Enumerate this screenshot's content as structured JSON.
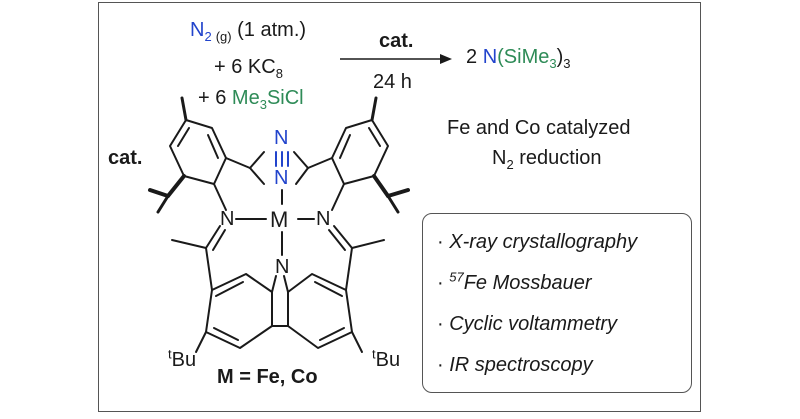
{
  "reaction": {
    "n2_label": "N",
    "n2_sub": "2",
    "n2_state": "(g)",
    "n2_pressure": "(1 atm.)",
    "kc8_line": "+ 6 KC",
    "kc8_sub": "8",
    "plus6": "+ 6",
    "me3sicl_a": "Me",
    "me3sicl_sub": "3",
    "me3sicl_b": "SiCl",
    "arrow_top": "cat.",
    "arrow_bottom": "24 h",
    "product_coeff": "2",
    "product_n": "N",
    "product_a": "(SiMe",
    "product_sub": "3",
    "product_b": ")",
    "product_sub2": "3"
  },
  "caption": {
    "line1": "Fe and Co catalyzed",
    "line2_a": "N",
    "line2_sub": "2",
    "line2_b": " reduction"
  },
  "structure": {
    "cat_label": "cat.",
    "metal": "M",
    "n_dinitrogen_top": "N",
    "n_dinitrogen_bottom": "N",
    "n_imine_left": "N",
    "n_imine_right": "N",
    "n_carbazole": "N",
    "tbu_left_sup": "t",
    "tbu_left": "Bu",
    "tbu_right_sup": "t",
    "tbu_right": "Bu",
    "metal_label": "M = Fe, Co"
  },
  "techniques": {
    "items": [
      {
        "bullet": "·",
        "pre": "",
        "sup": "",
        "text": "X-ray crystallography"
      },
      {
        "bullet": "·",
        "pre": "",
        "sup": "57",
        "text": "Fe Mossbauer"
      },
      {
        "bullet": "·",
        "pre": "",
        "sup": "",
        "text": "Cyclic voltammetry"
      },
      {
        "bullet": "·",
        "pre": "",
        "sup": "",
        "text": "IR spectroscopy"
      }
    ]
  },
  "colors": {
    "nitrogen_blue": "#2244cc",
    "silicon_green": "#2e8b57",
    "frame": "#555555"
  }
}
